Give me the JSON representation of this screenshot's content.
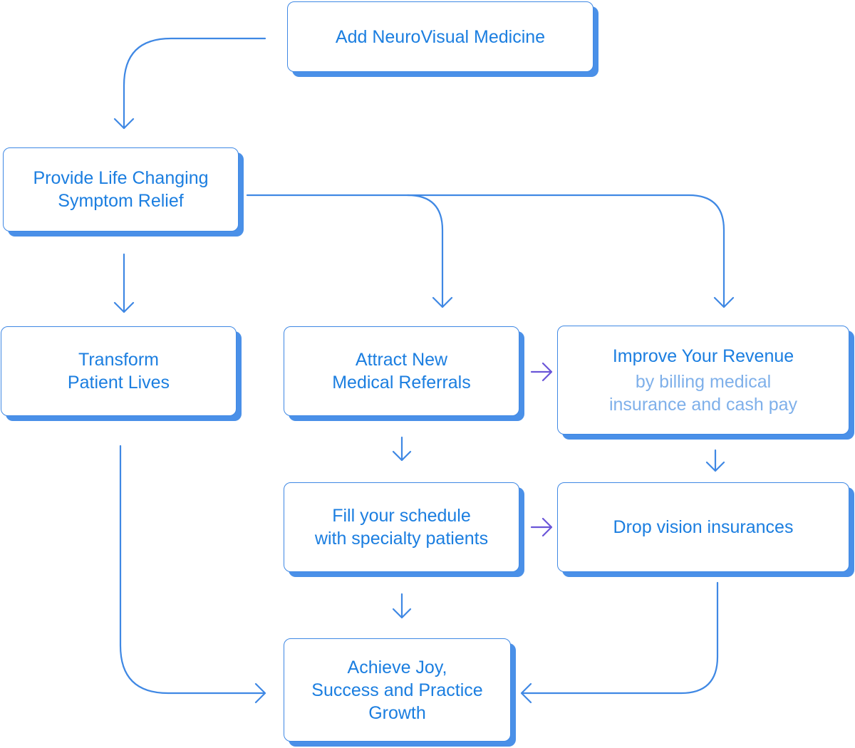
{
  "colors": {
    "primary": "#1b7ee0",
    "connector": "#3f88e4",
    "accent_arrow": "#6a55d8",
    "subtitle": "#7fb0ea",
    "shadow": "#4a90e8"
  },
  "nodes": {
    "add_neurovisual": {
      "title": "Add NeuroVisual Medicine"
    },
    "provide_relief": {
      "title": "Provide Life Changing\nSymptom Relief"
    },
    "transform_lives": {
      "title": "Transform\nPatient Lives"
    },
    "attract_referrals": {
      "title": "Attract New\nMedical Referrals"
    },
    "improve_revenue": {
      "title": "Improve Your Revenue",
      "subtitle": "by billing medical\ninsurance and cash pay"
    },
    "fill_schedule": {
      "title": "Fill your schedule\nwith specialty patients"
    },
    "drop_vision": {
      "title": "Drop vision insurances"
    },
    "achieve_joy": {
      "title": "Achieve Joy,\nSuccess and Practice\nGrowth"
    }
  },
  "edges": [
    {
      "from": "add_neurovisual",
      "to": "provide_relief"
    },
    {
      "from": "provide_relief",
      "to": "transform_lives"
    },
    {
      "from": "provide_relief",
      "to": "attract_referrals"
    },
    {
      "from": "provide_relief",
      "to": "improve_revenue"
    },
    {
      "from": "attract_referrals",
      "to": "improve_revenue"
    },
    {
      "from": "attract_referrals",
      "to": "fill_schedule"
    },
    {
      "from": "improve_revenue",
      "to": "drop_vision"
    },
    {
      "from": "fill_schedule",
      "to": "drop_vision"
    },
    {
      "from": "fill_schedule",
      "to": "achieve_joy"
    },
    {
      "from": "transform_lives",
      "to": "achieve_joy"
    },
    {
      "from": "drop_vision",
      "to": "achieve_joy"
    }
  ]
}
